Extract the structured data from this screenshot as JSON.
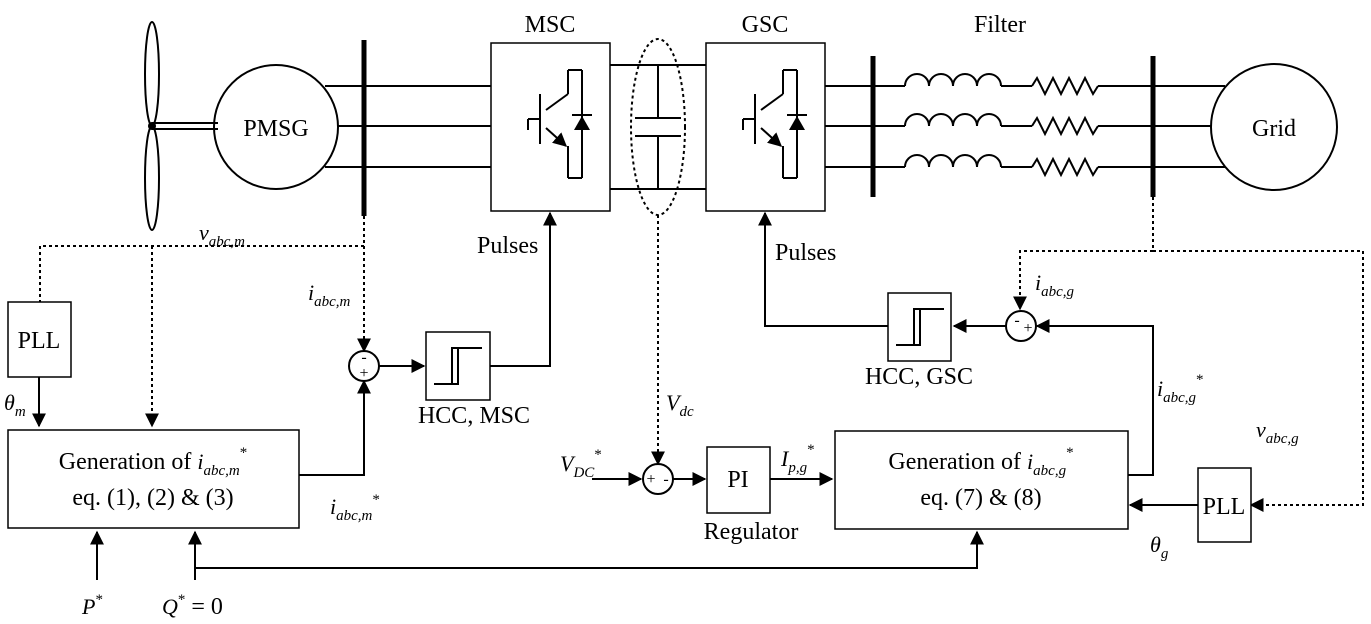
{
  "labels": {
    "msc": "MSC",
    "gsc": "GSC",
    "filter": "Filter",
    "pmsg": "PMSG",
    "grid": "Grid",
    "pulses_left": "Pulses",
    "pulses_right": "Pulses",
    "pll_left": "PLL",
    "pll_right": "PLL",
    "hcc_msc": "HCC, MSC",
    "hcc_gsc": "HCC, GSC",
    "pi": "PI",
    "regulator": "Regulator",
    "gen_m_line1": "Generation of ",
    "gen_m_line2": "eq. (1), (2) & (3)",
    "gen_g_line1": "Generation of ",
    "gen_g_line2": "eq. (7) & (8)"
  },
  "symbols": {
    "v_abc_m": {
      "main": "v",
      "sub": "abc,m"
    },
    "i_abc_m": {
      "main": "i",
      "sub": "abc,m"
    },
    "i_abc_m_star": {
      "main": "i",
      "sub": "abc,m",
      "sup": "*"
    },
    "theta_m": {
      "main": "θ",
      "sub": "m"
    },
    "i_abc_g": {
      "main": "i",
      "sub": "abc,g"
    },
    "i_abc_g_star": {
      "main": "i",
      "sub": "abc,g",
      "sup": "*"
    },
    "v_abc_g": {
      "main": "v",
      "sub": "abc,g"
    },
    "theta_g": {
      "main": "θ",
      "sub": "g"
    },
    "v_dc": {
      "main": "V",
      "sub": "dc"
    },
    "v_dc_ref": {
      "main": "V",
      "sub": "DC",
      "sup": "*"
    },
    "i_pg_star": {
      "main": "I",
      "sub": "p,g",
      "sup": "*"
    },
    "p_star": {
      "main": "P",
      "sup": "*"
    },
    "q_star": {
      "main": "Q",
      "sup": "*",
      "suffix": " = 0"
    }
  },
  "signs": {
    "sum_m_top": "-",
    "sum_m_bottom": "+",
    "sum_g_left": "-",
    "sum_g_right": "+",
    "sum_dc_left": "+",
    "sum_dc_right": "-"
  }
}
